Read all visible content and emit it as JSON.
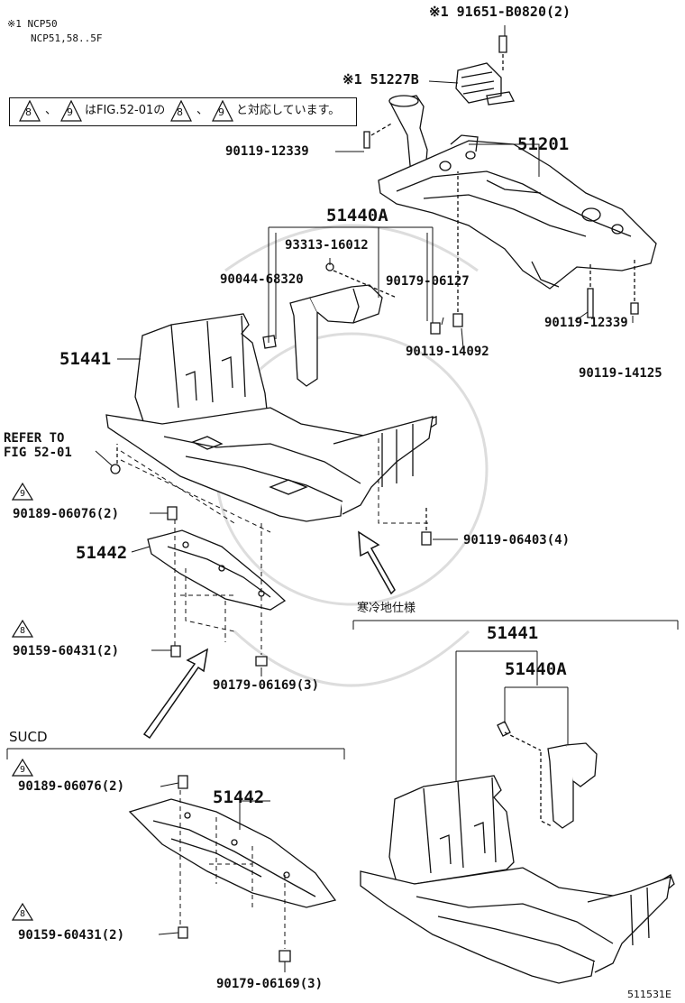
{
  "notes": {
    "line1": "※1 NCP50",
    "line2": "NCP51,58..5F"
  },
  "notice": {
    "tri_a": "8",
    "sep1": "、",
    "tri_b": "9",
    "text1": "はFIG.52-01の",
    "tri_c": "8",
    "sep2": "、",
    "tri_d": "9",
    "text2": "と対応しています。"
  },
  "parts": {
    "p91651": "※1 91651-B0820(2)",
    "p51227b": "※1 51227B",
    "p90119_12339_a": "90119-12339",
    "p51201": "51201",
    "p51440a": "51440A",
    "p93313": "93313-16012",
    "p90044": "90044-68320",
    "p90179_06127": "90179-06127",
    "p51441": "51441",
    "p90119_14092": "90119-14092",
    "p90119_12339_b": "90119-12339",
    "p90119_14125": "90119-14125",
    "refer1": "REFER TO",
    "refer2": "FIG 52-01",
    "tri9_a": "9",
    "p90189_a": "90189-06076(2)",
    "p90119_06403": "90119-06403(4)",
    "p51442_a": "51442",
    "cold_spec": "寒冷地仕様",
    "tri8_a": "8",
    "p90159_a": "90159-60431(2)",
    "p90179_06169_a": "90179-06169(3)",
    "p51441_b": "51441",
    "p51440a_b": "51440A",
    "sucd": "SUCD",
    "tri9_b": "9",
    "p90189_b": "90189-06076(2)",
    "p51442_b": "51442",
    "tri8_b": "8",
    "p90159_b": "90159-60431(2)",
    "p90179_06169_b": "90179-06169(3)"
  },
  "figure_code": "511531E"
}
